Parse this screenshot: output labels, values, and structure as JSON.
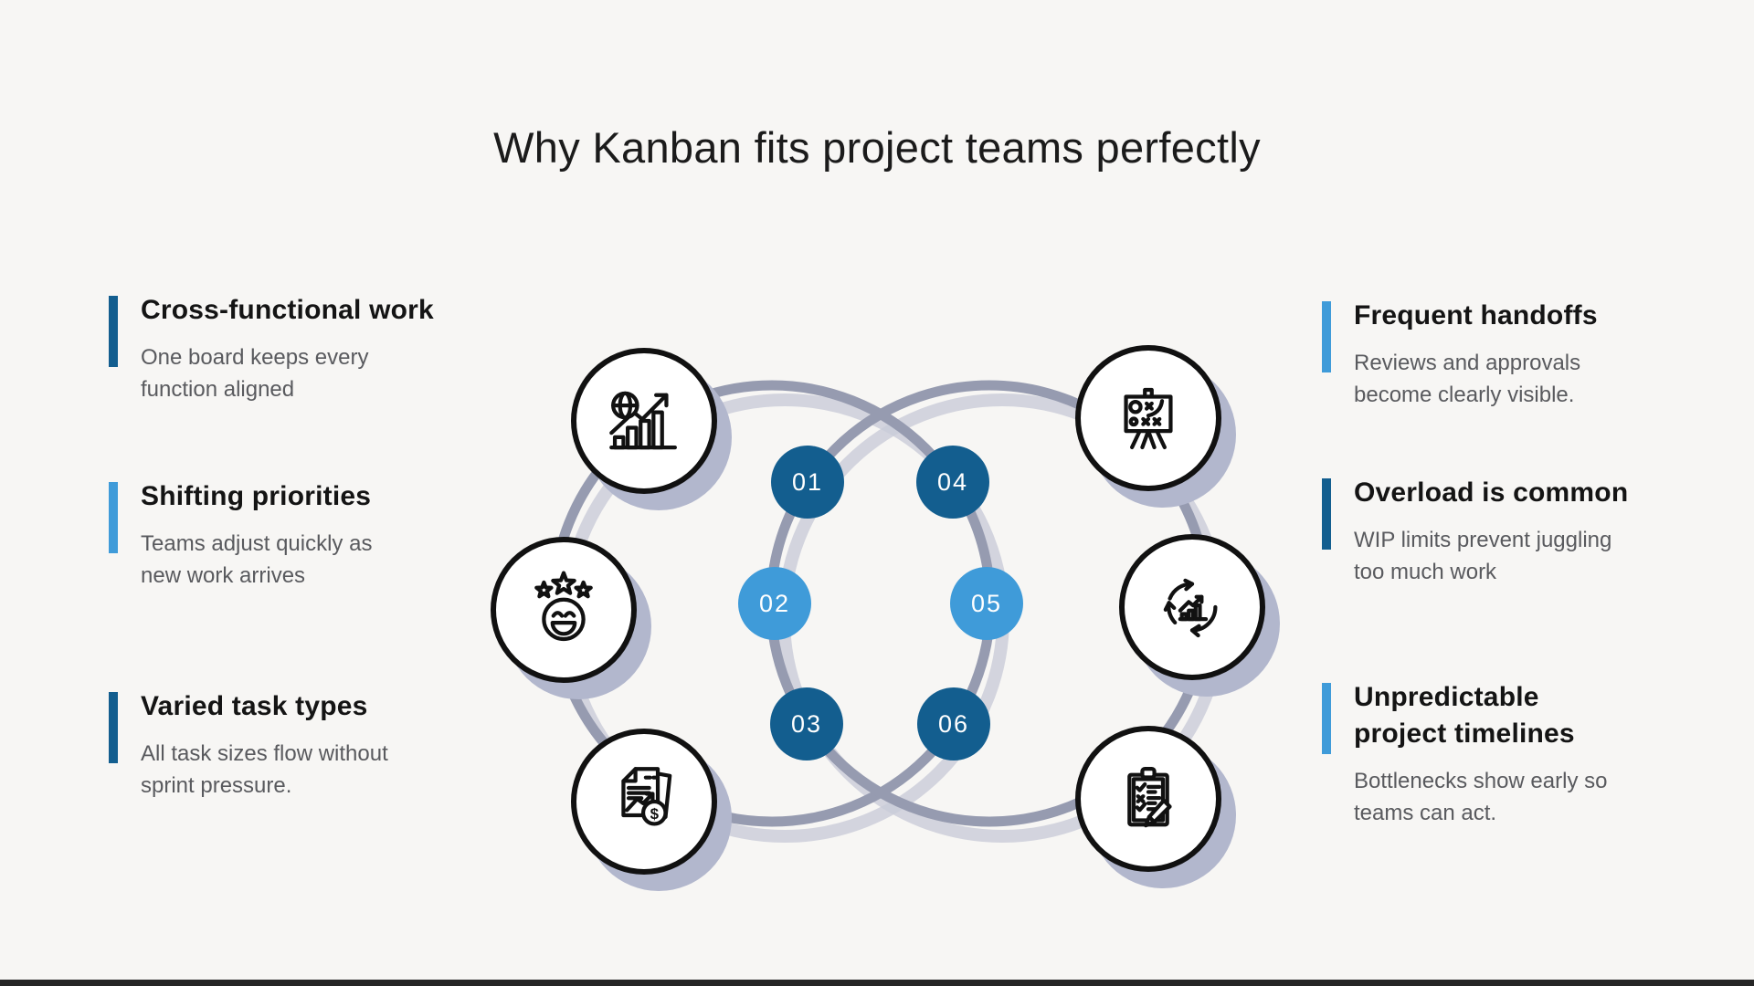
{
  "title": "Why Kanban fits project teams perfectly",
  "colors": {
    "dark_blue": "#135e8f",
    "light_blue": "#3f9bd9",
    "ring_gray": "#969bb0",
    "ring_shadow": "#c9ccd8",
    "circle_shadow": "#b2b7cd",
    "background": "#f7f6f4"
  },
  "left_items": [
    {
      "heading": "Cross-functional work",
      "body": "One board keeps every\nfunction aligned",
      "accent": "dark"
    },
    {
      "heading": "Shifting priorities",
      "body": "Teams adjust quickly as\nnew work arrives",
      "accent": "light"
    },
    {
      "heading": "Varied task types",
      "body": "All task sizes flow without\nsprint pressure.",
      "accent": "dark"
    }
  ],
  "right_items": [
    {
      "heading": "Frequent handoffs",
      "body": "Reviews and approvals\nbecome clearly visible.",
      "accent": "light"
    },
    {
      "heading": "Overload is common",
      "body": "WIP limits prevent juggling\ntoo much work",
      "accent": "dark"
    },
    {
      "heading": "Unpredictable\nproject timelines",
      "body": "Bottlenecks show early so\nteams can act.",
      "accent": "light"
    }
  ],
  "nodes": [
    {
      "label": "01",
      "tone": "dark"
    },
    {
      "label": "02",
      "tone": "light"
    },
    {
      "label": "03",
      "tone": "dark"
    },
    {
      "label": "04",
      "tone": "dark"
    },
    {
      "label": "05",
      "tone": "light"
    },
    {
      "label": "06",
      "tone": "dark"
    }
  ],
  "icons": [
    "growth-chart-globe-icon",
    "satisfaction-stars-smiley-icon",
    "financial-report-dollar-icon",
    "strategy-board-icon",
    "continuous-improvement-cycle-icon",
    "checklist-pencil-icon"
  ]
}
